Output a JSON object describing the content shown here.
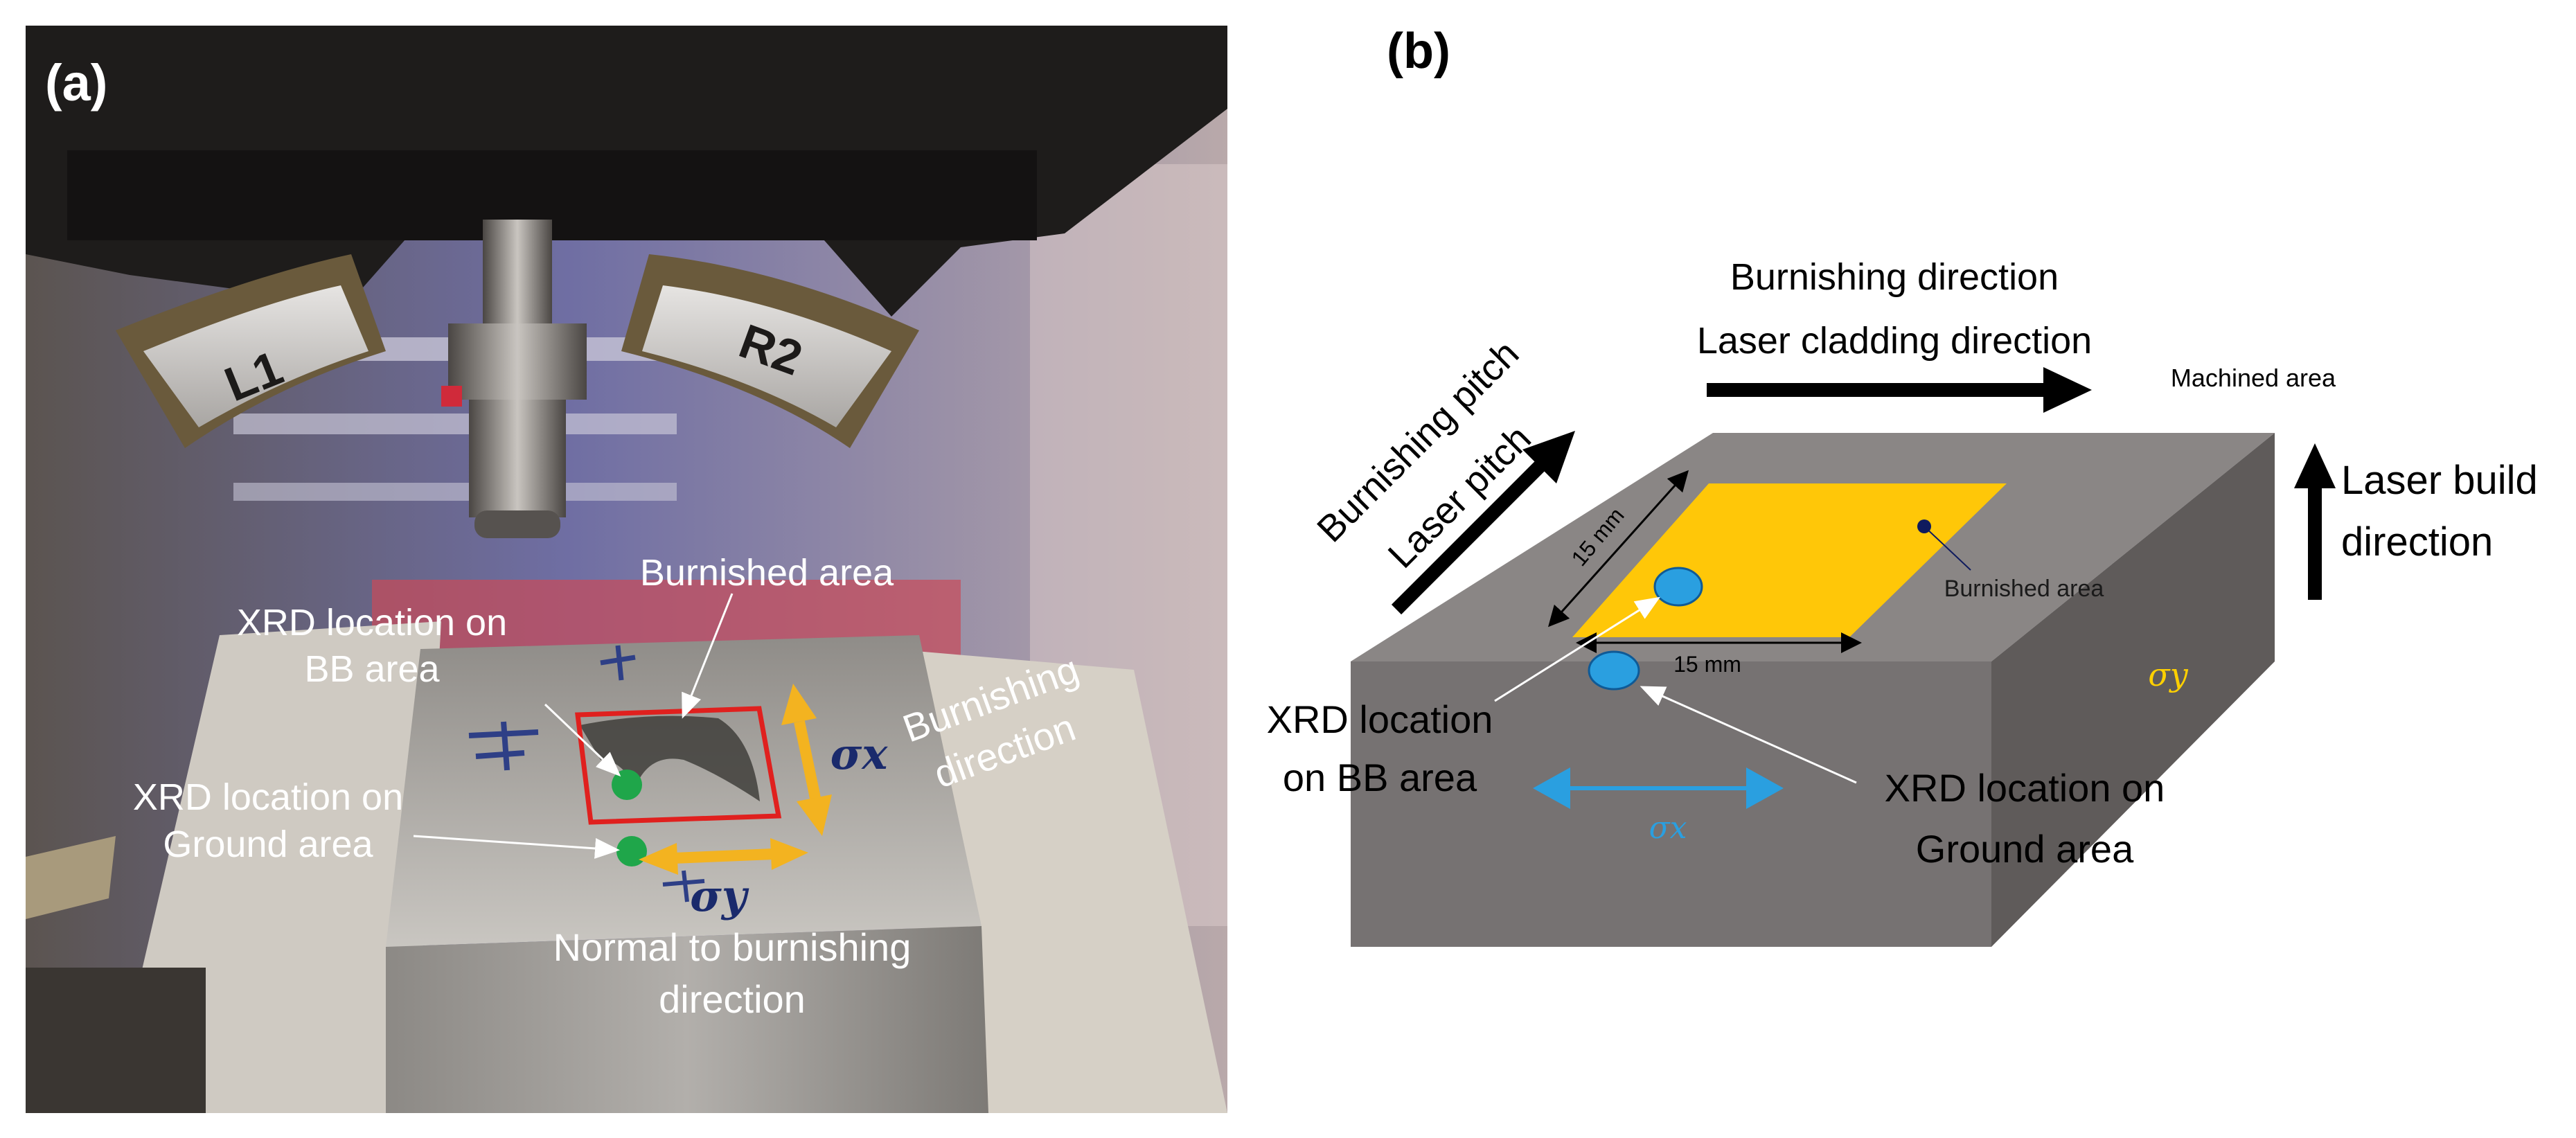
{
  "panel_a": {
    "label": "(a)",
    "burnished_area": "Burnished area",
    "xrd_bb_line1": "XRD location on",
    "xrd_bb_line2": "BB area",
    "xrd_ground_line1": "XRD location on",
    "xrd_ground_line2": "Ground area",
    "burnishing_line1": "Burnishing",
    "burnishing_line2": "direction",
    "sigma_x": "σx",
    "sigma_y": "σy",
    "normal_line1": "Normal to burnishing",
    "normal_line2": "direction",
    "tool_left": "L1",
    "tool_right": "R2",
    "colors": {
      "frame": "#e0201e",
      "spot": "#1fa64a",
      "arrow": "#f3b320",
      "sigma": "#1a2a6c"
    }
  },
  "panel_b": {
    "label": "(b)",
    "burnishing_direction": "Burnishing direction",
    "laser_cladding_direction": "Laser cladding direction",
    "machined_area": "Machined area",
    "burnishing_pitch": "Burnishing pitch",
    "laser_pitch": "Laser pitch",
    "laser_build_line1": "Laser build",
    "laser_build_line2": "direction",
    "dim_left": "15 mm",
    "dim_bottom": "15 mm",
    "burnished_area": "Burnished area",
    "xrd_bb_line1": "XRD location",
    "xrd_bb_line2": "on BB area",
    "xrd_ground_line1": "XRD location on",
    "xrd_ground_line2": "Ground area",
    "sigma_x": "σx",
    "sigma_y": "σy",
    "colors": {
      "top": "#8a8685",
      "front": "#767272",
      "right": "#5f5b5a",
      "patch": "#ffc708",
      "spot": "#2a9fe0",
      "sigma_x": "#2a9fe0",
      "sigma_y": "#ffd000"
    }
  }
}
